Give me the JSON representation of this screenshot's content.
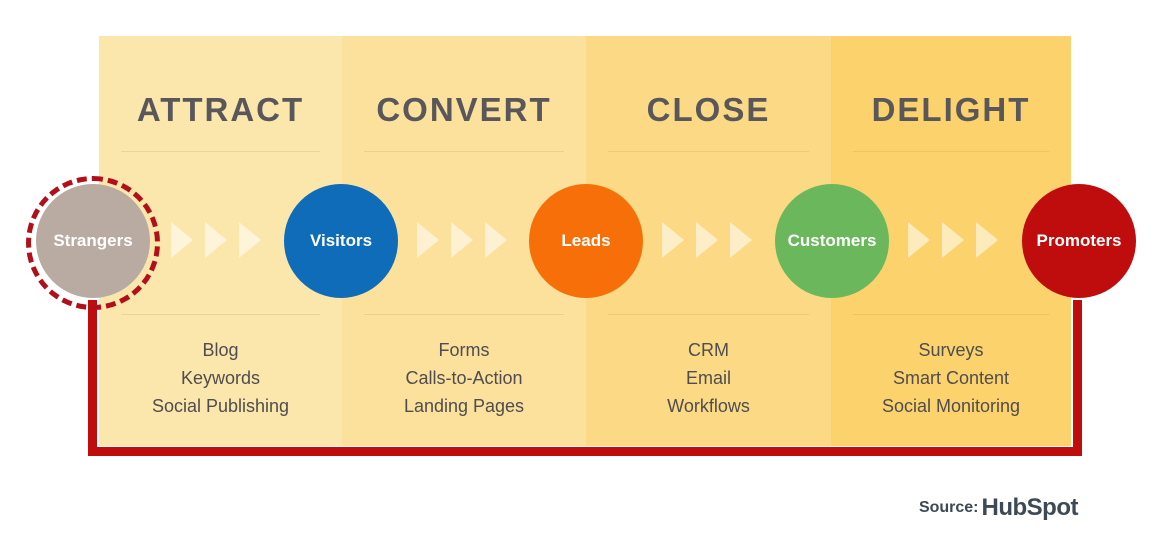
{
  "stages": [
    {
      "title": "ATTRACT",
      "tools": [
        "Blog",
        "Keywords",
        "Social Publishing"
      ],
      "color": "#fbe6ac"
    },
    {
      "title": "CONVERT",
      "tools": [
        "Forms",
        "Calls-to-Action",
        "Landing Pages"
      ],
      "color": "#fbe19c"
    },
    {
      "title": "CLOSE",
      "tools": [
        "CRM",
        "Email",
        "Workflows"
      ],
      "color": "#fbd985"
    },
    {
      "title": "DELIGHT",
      "tools": [
        "Surveys",
        "Smart Content",
        "Social Monitoring"
      ],
      "color": "#fbd26c"
    }
  ],
  "personas": [
    {
      "label": "Strangers",
      "color": "#b9aba1"
    },
    {
      "label": "Visitors",
      "color": "#0f6cb8"
    },
    {
      "label": "Leads",
      "color": "#f66f08"
    },
    {
      "label": "Customers",
      "color": "#6ab85b"
    },
    {
      "label": "Promoters",
      "color": "#bf0d0d"
    }
  ],
  "loop_color": "#bf0d0d",
  "source": {
    "label": "Source:",
    "brand": "HubSpot"
  }
}
